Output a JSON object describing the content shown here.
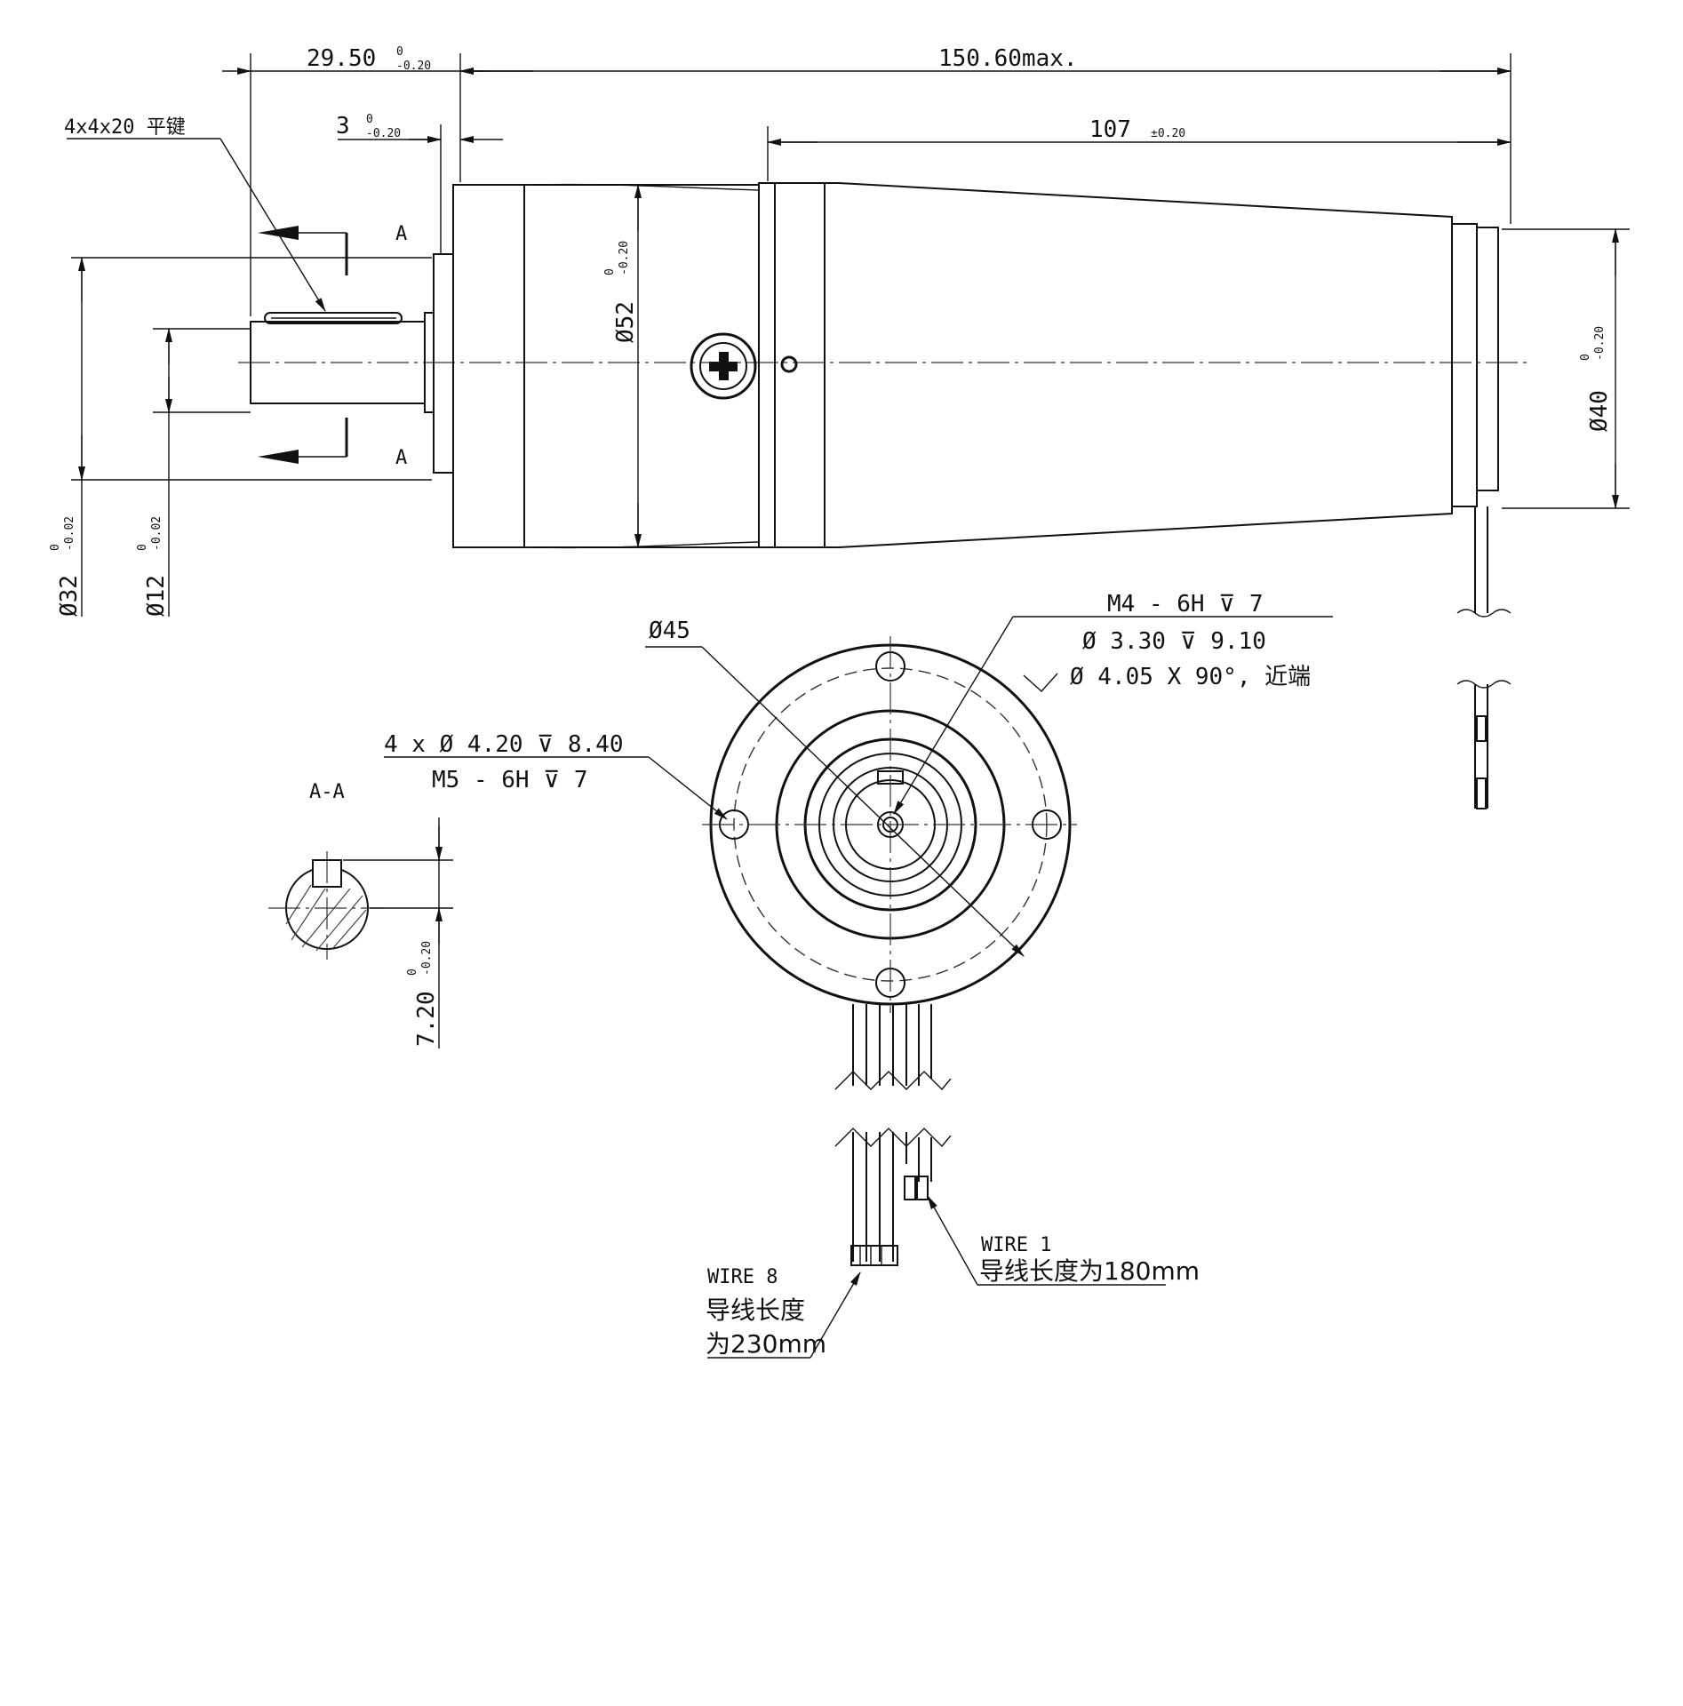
{
  "dimensions": {
    "shaft_length": "29.50",
    "shaft_length_tol_upper": "0",
    "shaft_length_tol_lower": "-0.20",
    "overall_length": "150.60max.",
    "flange_thickness": "3",
    "flange_thickness_tol_upper": "0",
    "flange_thickness_tol_lower": "-0.20",
    "motor_length": "107",
    "motor_length_tol": "±0.20",
    "body_diameter": "Ø52",
    "body_diameter_tol_upper": "0",
    "body_diameter_tol_lower": "-0.20",
    "end_diameter": "Ø40",
    "end_diameter_tol_upper": "0",
    "end_diameter_tol_lower": "-0.20",
    "pilot_diameter": "Ø32",
    "pilot_diameter_tol_upper": "0",
    "pilot_diameter_tol_lower": "-0.02",
    "shaft_diameter": "Ø12",
    "shaft_diameter_tol_upper": "0",
    "shaft_diameter_tol_lower": "-0.02",
    "key_depth": "7.20",
    "key_depth_tol_upper": "0",
    "key_depth_tol_lower": "-0.20"
  },
  "labels": {
    "key_spec": "4x4x20 平键",
    "section_mark": "A",
    "section_view": "A-A",
    "pcd": "Ø45",
    "center_thread": "M4 - 6H ⊽ 7",
    "center_drill": "Ø 3.30 ⊽ 9.10",
    "center_chamfer": "Ø 4.05 X 90°, 近端",
    "mount_holes": "4 x Ø 4.20 ⊽ 8.40",
    "mount_thread": "M5 - 6H ⊽ 7",
    "wire8_title": "WIRE 8",
    "wire8_line1": "导线长度",
    "wire8_line2": "为230mm",
    "wire1_title": "WIRE 1",
    "wire1_line1": "导线长度为180mm"
  }
}
